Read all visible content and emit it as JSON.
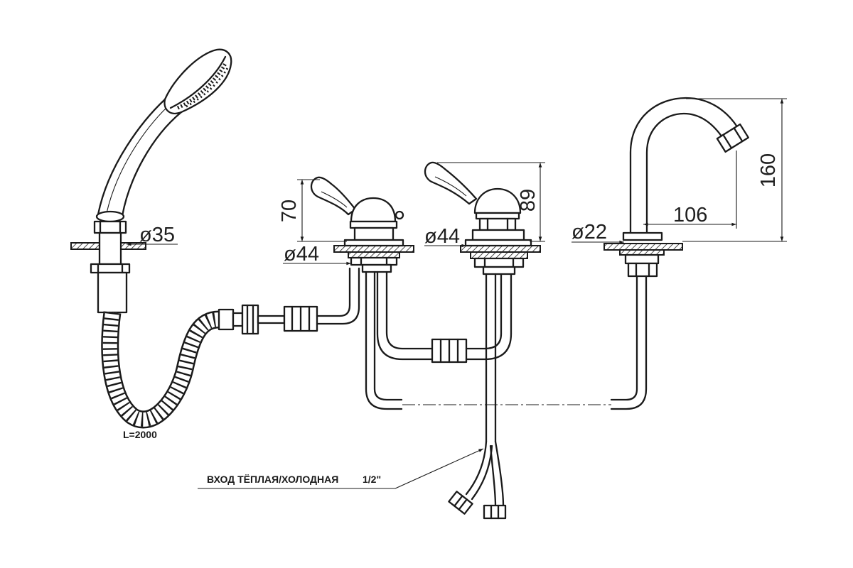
{
  "labels": {
    "shower_holder_diameter": "ø35",
    "left_valve_height": "70",
    "left_valve_diameter": "ø44",
    "middle_valve_diameter": "ø44",
    "middle_valve_height": "89",
    "spout_diameter": "ø22",
    "spout_reach": "106",
    "spout_height": "160",
    "hose_length": "L=2000",
    "inlet_label": "ВХОД ТЁПЛАЯ/ХОЛОДНАЯ",
    "inlet_size": "1/2\""
  },
  "colors": {
    "line": "#1a1a1a",
    "background": "#ffffff"
  }
}
